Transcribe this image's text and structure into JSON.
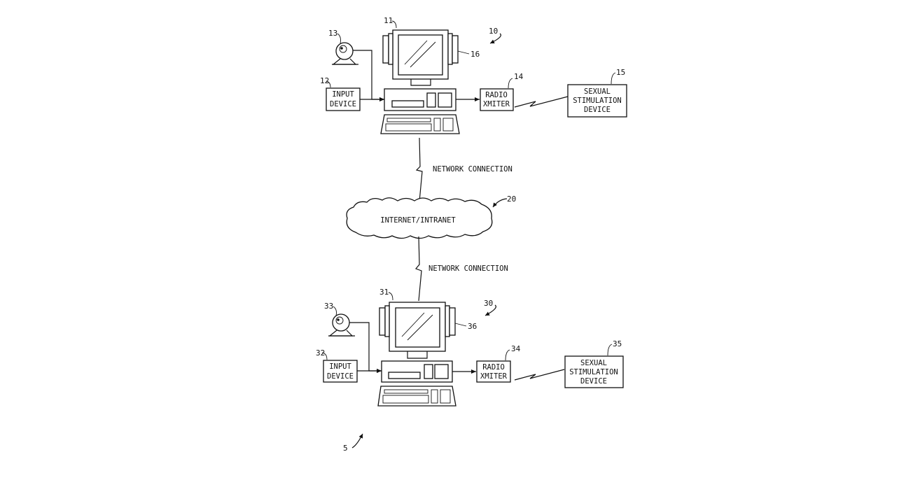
{
  "figure_ref": "5",
  "network": {
    "cloud_label": "INTERNET/INTRANET",
    "cloud_ref": "20",
    "connection_top_label": "NETWORK CONNECTION",
    "connection_bottom_label": "NETWORK CONNECTION"
  },
  "stations": [
    {
      "system_ref": "10",
      "computer_ref": "11",
      "camera_ref": "13",
      "input_ref": "12",
      "input_label": [
        "INPUT",
        "DEVICE"
      ],
      "speaker_ref": "16",
      "radio_ref": "14",
      "radio_label": [
        "RADIO",
        "XMITER"
      ],
      "device_ref": "15",
      "device_label": [
        "SEXUAL",
        "STIMULATION",
        "DEVICE"
      ]
    },
    {
      "system_ref": "30",
      "computer_ref": "31",
      "camera_ref": "33",
      "input_ref": "32",
      "input_label": [
        "INPUT",
        "DEVICE"
      ],
      "speaker_ref": "36",
      "radio_ref": "34",
      "radio_label": [
        "RADIO",
        "XMITER"
      ],
      "device_ref": "35",
      "device_label": [
        "SEXUAL",
        "STIMULATION",
        "DEVICE"
      ]
    }
  ]
}
